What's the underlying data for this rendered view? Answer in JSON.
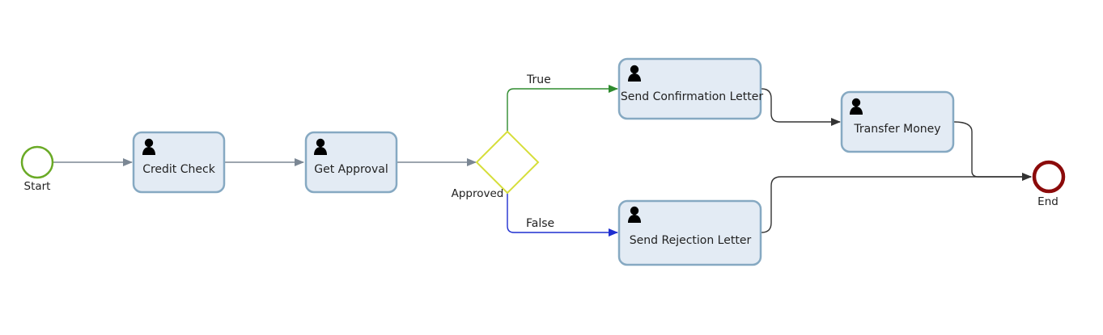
{
  "diagram": {
    "events": {
      "start": {
        "label": "Start",
        "color": "#6aaa26"
      },
      "end": {
        "label": "End",
        "color": "#8b0a0a"
      }
    },
    "tasks": {
      "credit_check": {
        "label": "Credit Check",
        "icon": "user-task-icon"
      },
      "get_approval": {
        "label": "Get Approval",
        "icon": "user-task-icon"
      },
      "send_confirmation": {
        "label": "Send Confirmation Letter",
        "icon": "user-task-icon"
      },
      "transfer_money": {
        "label": "Transfer Money",
        "icon": "user-task-icon"
      },
      "send_rejection": {
        "label": "Send Rejection Letter",
        "icon": "user-task-icon"
      }
    },
    "gateway": {
      "label": "Approved",
      "color": "#d6de3a"
    },
    "flows": {
      "true_branch": {
        "label": "True",
        "color": "#2e8b2e"
      },
      "false_branch": {
        "label": "False",
        "color": "#1f2fd0"
      },
      "default_color": "#7b8794",
      "end_color": "#333333"
    },
    "colors": {
      "task_fill": "#e3ebf4",
      "task_stroke": "#86a9c2"
    }
  }
}
